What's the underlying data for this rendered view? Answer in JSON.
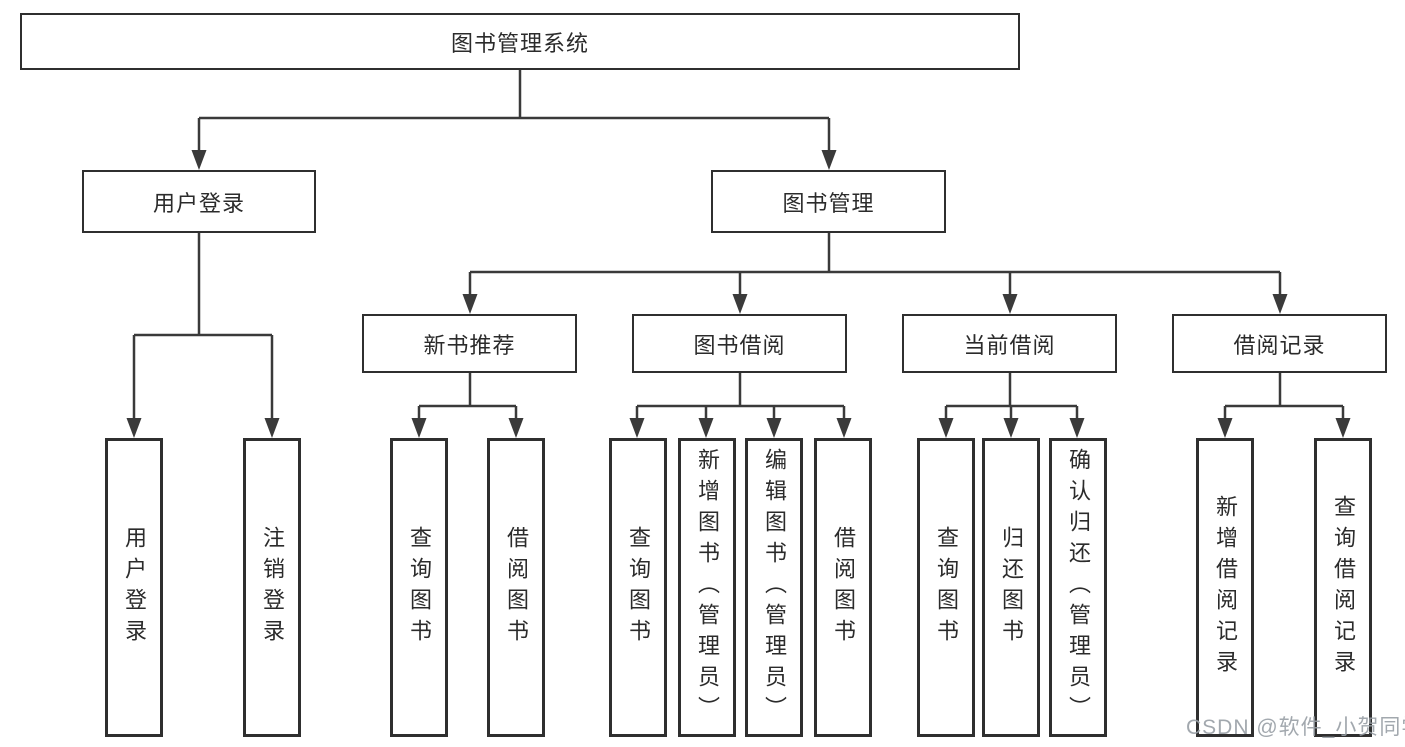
{
  "tree": {
    "label": "图书管理系统",
    "children": [
      {
        "label": "用户登录",
        "children": [
          {
            "label": "用户登录"
          },
          {
            "label": "注销登录"
          }
        ]
      },
      {
        "label": "图书管理",
        "children": [
          {
            "label": "新书推荐",
            "children": [
              {
                "label": "查询图书"
              },
              {
                "label": "借阅图书"
              }
            ]
          },
          {
            "label": "图书借阅",
            "children": [
              {
                "label": "查询图书"
              },
              {
                "label": "新增图书（管理员）"
              },
              {
                "label": "编辑图书（管理员）"
              },
              {
                "label": "借阅图书"
              }
            ]
          },
          {
            "label": "当前借阅",
            "children": [
              {
                "label": "查询图书"
              },
              {
                "label": "归还图书"
              },
              {
                "label": "确认归还（管理员）"
              }
            ]
          },
          {
            "label": "借阅记录",
            "children": [
              {
                "label": "新增借阅记录"
              },
              {
                "label": "查询借阅记录"
              }
            ]
          }
        ]
      }
    ]
  },
  "watermark": {
    "text": "CSDN @软件_小贺同学"
  },
  "colors": {
    "line": "#3a3a3a",
    "box_border": "#2f2f2f",
    "box_fill": "#ffffff",
    "text": "#2b2b2b",
    "watermark_gray": "#989ea5"
  }
}
